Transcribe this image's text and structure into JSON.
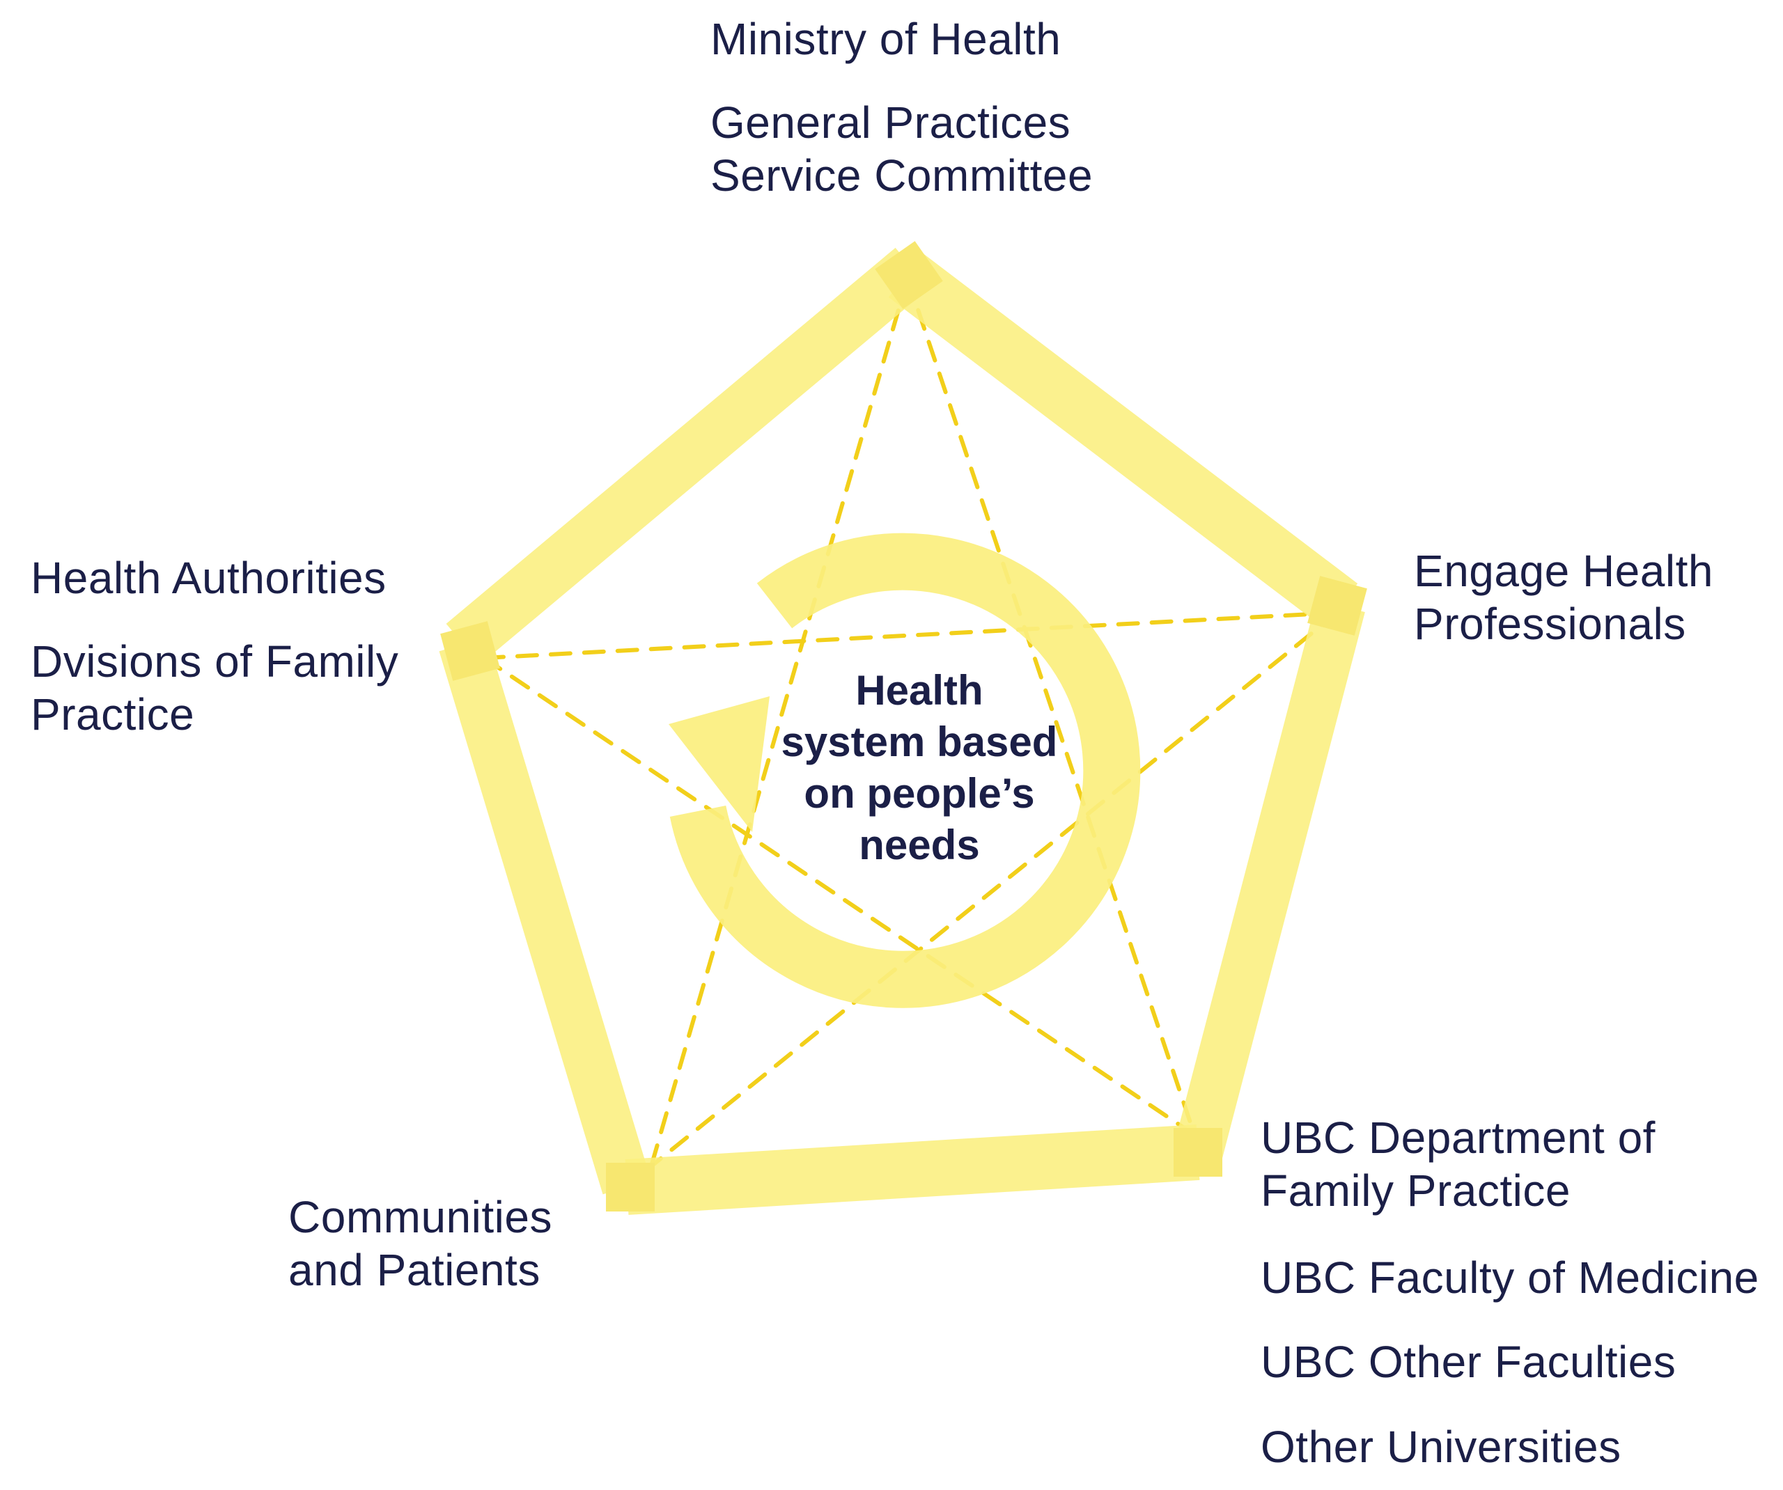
{
  "colors": {
    "highlight": "#fbef7e",
    "dashed": "#f2cf1a",
    "text": "#1b1f47"
  },
  "center": {
    "text": "Health\nsystem based\non people’s\nneeds"
  },
  "nodes": {
    "top": {
      "labels": [
        "Ministry of Health",
        "General Practices\nService Committee"
      ]
    },
    "right": {
      "labels": [
        "Engage Health\nProfessionals"
      ]
    },
    "left": {
      "labels": [
        "Health Authorities",
        "Dvisions of Family\nPractice"
      ]
    },
    "bottom_left": {
      "labels": [
        "Communities\nand Patients"
      ]
    },
    "bottom_right": {
      "labels": [
        "UBC Department of\nFamily Practice",
        "UBC Faculty of Medicine",
        "UBC Other Faculties",
        "Other Universities"
      ]
    }
  }
}
